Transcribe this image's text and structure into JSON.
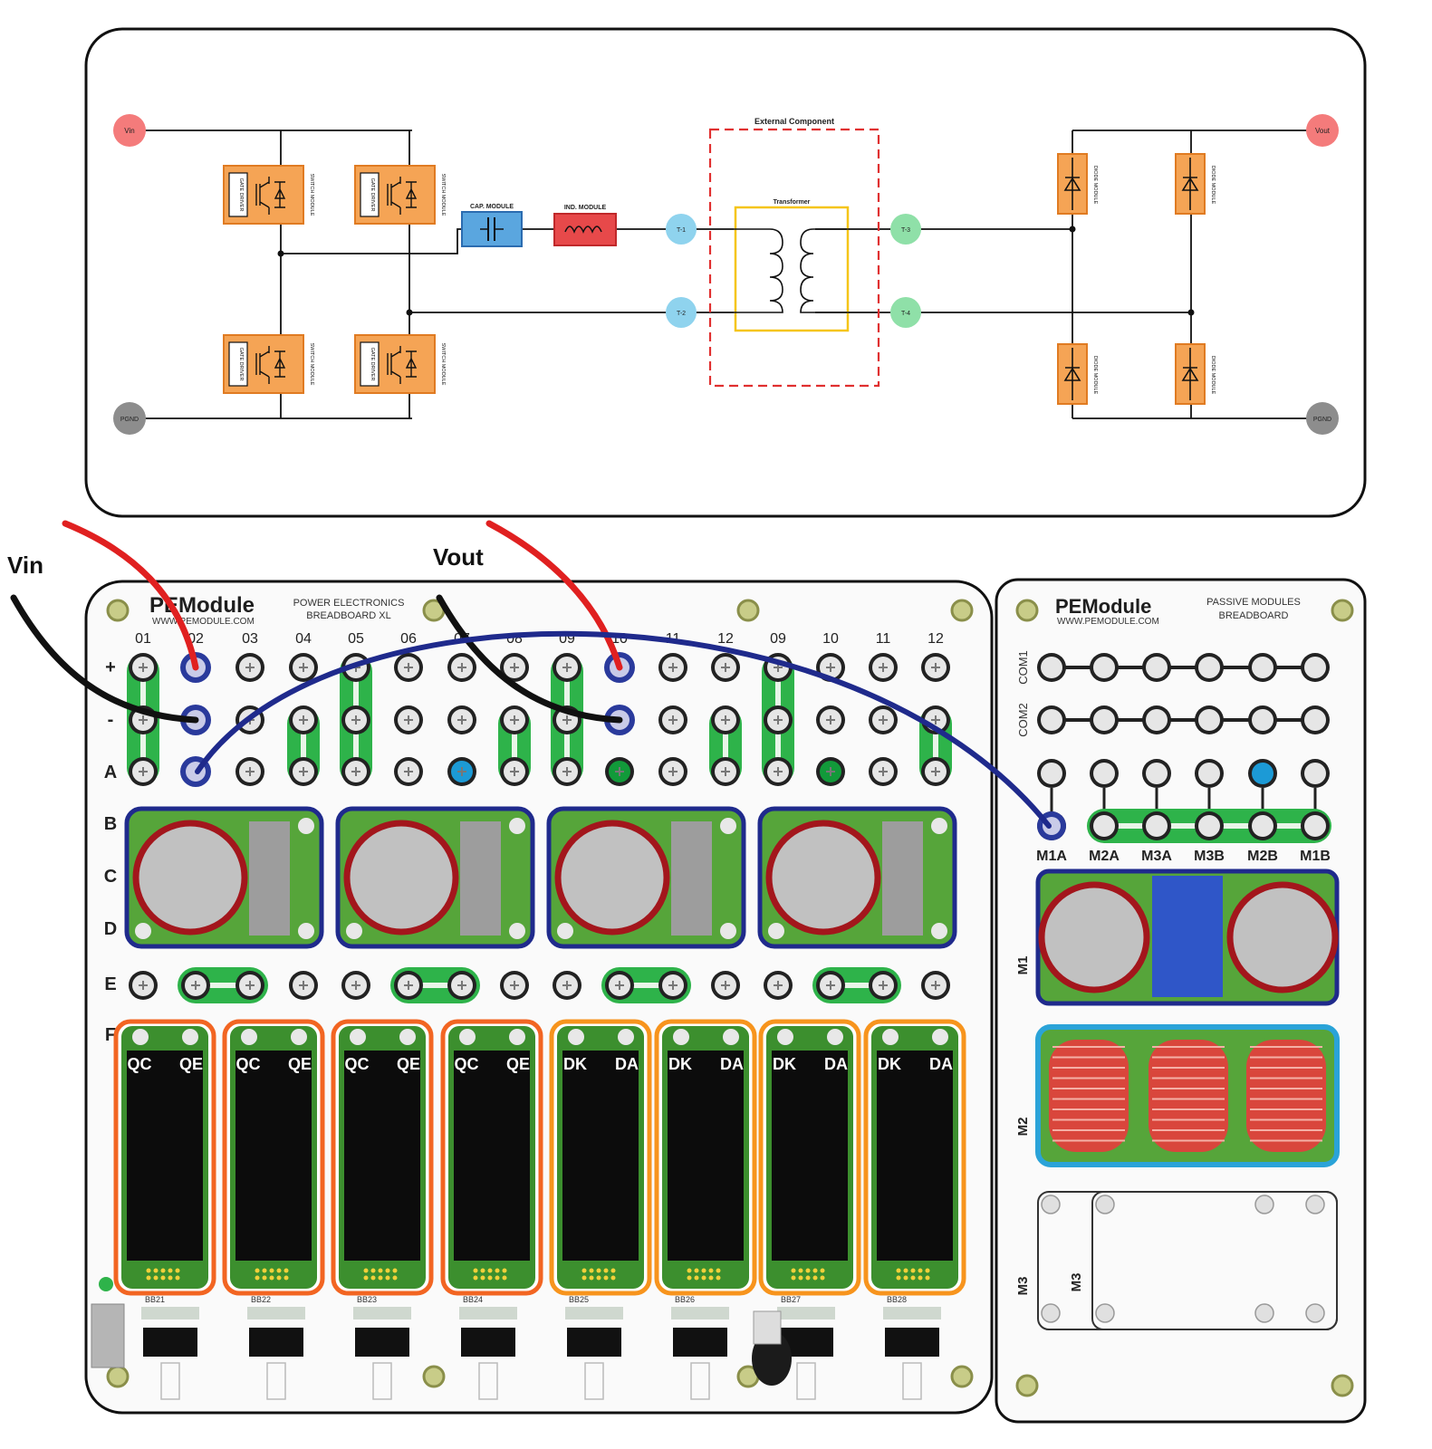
{
  "schematic": {
    "nodes": {
      "vin": "Vin",
      "vout": "Vout",
      "pgnd": "PGND",
      "t1": "T-1",
      "t2": "T-2",
      "t3": "T-3",
      "t4": "T-4"
    },
    "external_component_label": "External Component",
    "transformer_label": "Transformer",
    "cap_module_label": "CAP. MODULE",
    "ind_module_label": "IND. MODULE",
    "gate_driver_label": "GATE DRIVER",
    "switch_module_label": "SWITCH MODULE",
    "diode_module_label": "DIODE MODULE"
  },
  "wires": {
    "vin_label": "Vin",
    "vout_label": "Vout"
  },
  "breadboard_xl": {
    "brand": "PEModule",
    "website": "WWW.PEMODULE.COM",
    "title_line1": "POWER ELECTRONICS",
    "title_line2": "BREADBOARD XL",
    "columns": [
      "01",
      "02",
      "03",
      "04",
      "05",
      "06",
      "07",
      "08",
      "09",
      "10",
      "11",
      "12",
      "09",
      "10",
      "11",
      "12"
    ],
    "rows": [
      "+",
      "-",
      "A",
      "B",
      "C",
      "D",
      "E",
      "F"
    ],
    "switch_labels": [
      [
        "QC",
        "QE"
      ],
      [
        "QC",
        "QE"
      ],
      [
        "QC",
        "QE"
      ],
      [
        "QC",
        "QE"
      ]
    ],
    "diode_labels": [
      [
        "DK",
        "DA"
      ],
      [
        "DK",
        "DA"
      ],
      [
        "DK",
        "DA"
      ],
      [
        "DK",
        "DA"
      ]
    ],
    "slot_labels": [
      "BB21",
      "BB22",
      "BB23",
      "BB24",
      "BB25",
      "BB26",
      "BB27",
      "BB28"
    ]
  },
  "passive_board": {
    "brand": "PEModule",
    "website": "WWW.PEMODULE.COM",
    "title_line1": "PASSIVE MODULES",
    "title_line2": "BREADBOARD",
    "row_labels": [
      "COM1",
      "COM2"
    ],
    "terminal_labels": [
      "M1A",
      "M2A",
      "M3A",
      "M3B",
      "M2B",
      "M1B"
    ],
    "module_labels": [
      "M1",
      "M2",
      "M3",
      "M3"
    ]
  },
  "colors": {
    "module_orange": "#f5a455",
    "red_wire": "#e02020",
    "blue_wire": "#1f2a8c",
    "pcb_green": "#56a53a",
    "jumper_green": "#2eb34a",
    "switch_border": "#f26522",
    "diode_border": "#f7941d"
  }
}
